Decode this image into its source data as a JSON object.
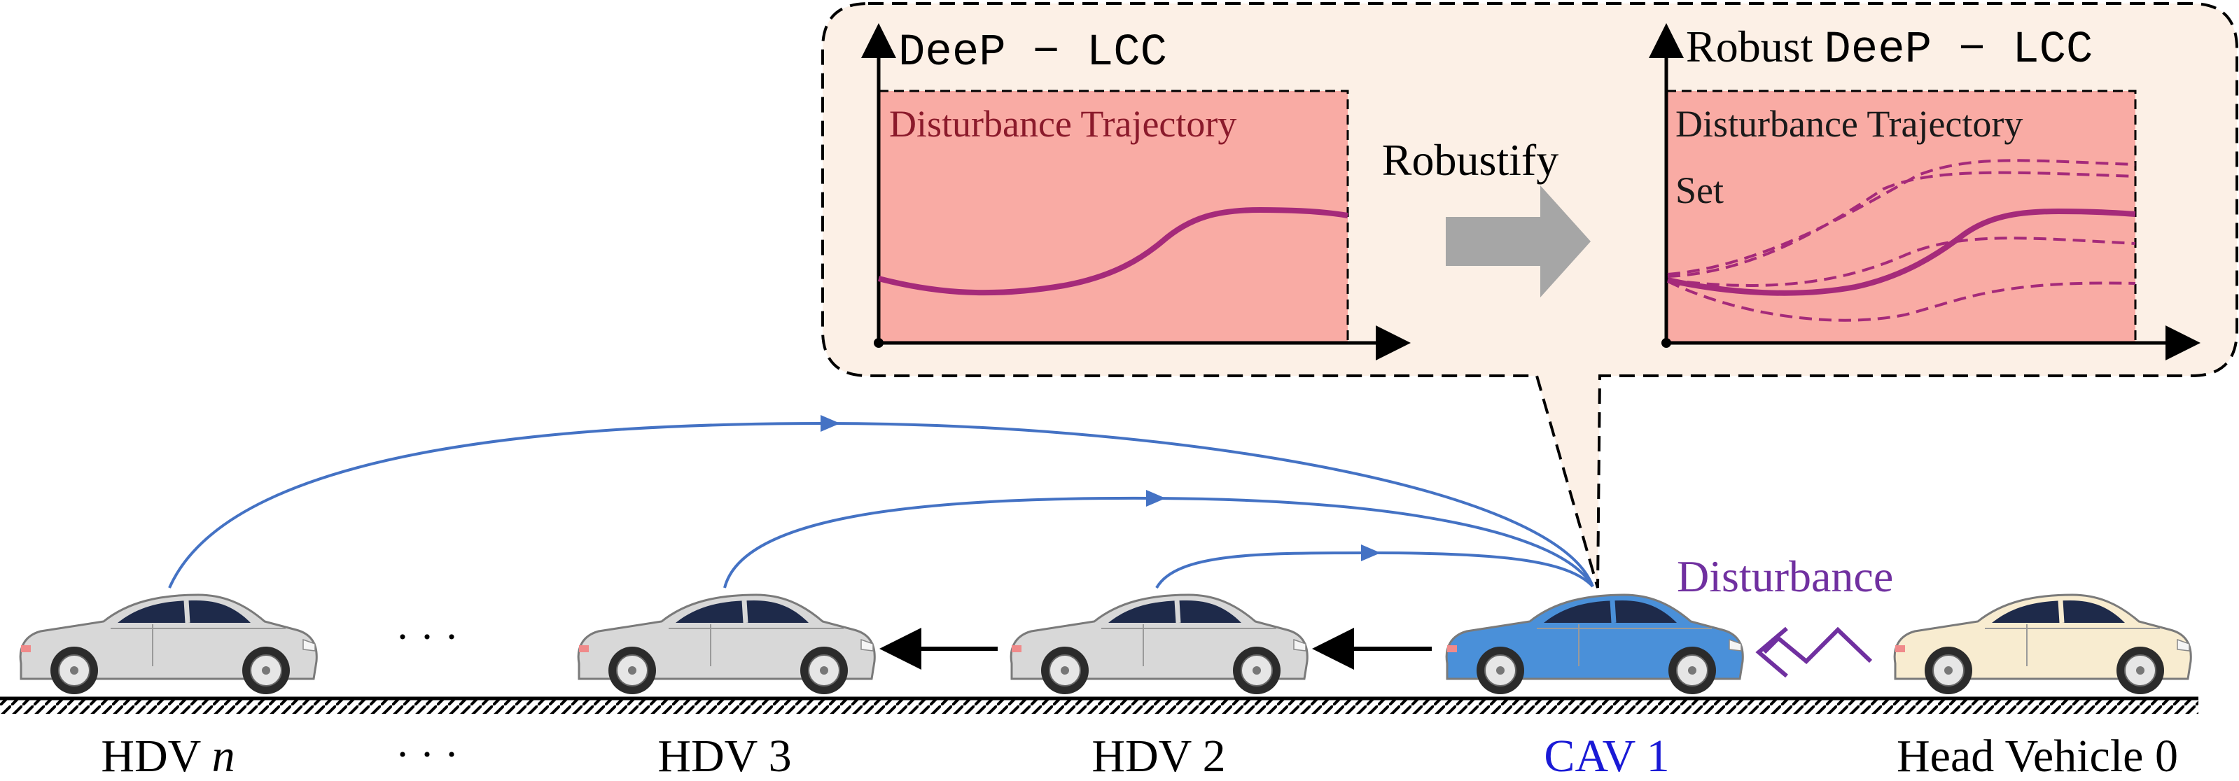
{
  "bubble": {
    "left_plot": {
      "title_code": "DeeP − LCC",
      "box_label": "Disturbance Trajectory"
    },
    "right_plot": {
      "title_prefix": "Robust ",
      "title_code": "DeeP − LCC",
      "box_label_line1": "Disturbance Trajectory",
      "box_label_line2": "Set"
    },
    "transition_label": "Robustify"
  },
  "vehicles": [
    {
      "label": "HDV ",
      "label_italic": "n",
      "color": "#d8d8d8",
      "label_color": "#000000"
    },
    {
      "label": "HDV 3",
      "color": "#d8d8d8",
      "label_color": "#000000"
    },
    {
      "label": "HDV 2",
      "color": "#d8d8d8",
      "label_color": "#000000"
    },
    {
      "label": "CAV 1",
      "color": "#4a90d9",
      "label_color": "#1a1ad6"
    },
    {
      "label": "Head Vehicle 0",
      "color": "#f8ecd0",
      "label_color": "#000000"
    }
  ],
  "ellipsis": "· · ·",
  "disturbance_label": "Disturbance",
  "colors": {
    "bubble_fill": "#fcf0e6",
    "plot_fill": "#f9aba4",
    "trajectory": "#a52a7a",
    "comm_arrow": "#4472c4",
    "disturbance": "#7030a0",
    "robustify_arrow": "#a6a6a6"
  }
}
